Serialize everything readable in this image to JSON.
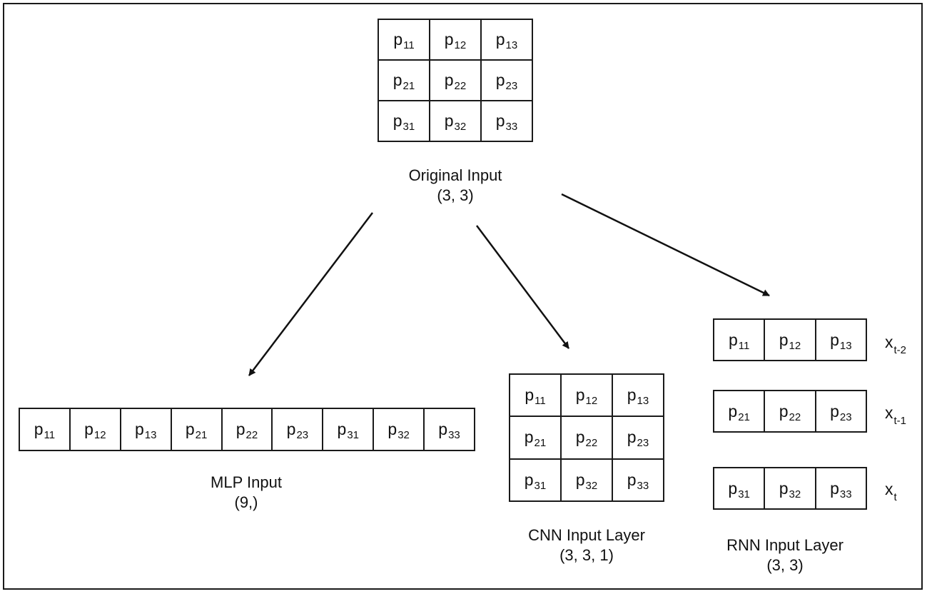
{
  "original": {
    "cells": [
      {
        "base": "p",
        "sub": "11"
      },
      {
        "base": "p",
        "sub": "12"
      },
      {
        "base": "p",
        "sub": "13"
      },
      {
        "base": "p",
        "sub": "21"
      },
      {
        "base": "p",
        "sub": "22"
      },
      {
        "base": "p",
        "sub": "23"
      },
      {
        "base": "p",
        "sub": "31"
      },
      {
        "base": "p",
        "sub": "32"
      },
      {
        "base": "p",
        "sub": "33"
      }
    ],
    "title": "Original Input",
    "shape": "(3, 3)"
  },
  "mlp": {
    "cells": [
      {
        "base": "p",
        "sub": "11"
      },
      {
        "base": "p",
        "sub": "12"
      },
      {
        "base": "p",
        "sub": "13"
      },
      {
        "base": "p",
        "sub": "21"
      },
      {
        "base": "p",
        "sub": "22"
      },
      {
        "base": "p",
        "sub": "23"
      },
      {
        "base": "p",
        "sub": "31"
      },
      {
        "base": "p",
        "sub": "32"
      },
      {
        "base": "p",
        "sub": "33"
      }
    ],
    "title": "MLP Input",
    "shape": "(9,)"
  },
  "cnn": {
    "cells": [
      {
        "base": "p",
        "sub": "11"
      },
      {
        "base": "p",
        "sub": "12"
      },
      {
        "base": "p",
        "sub": "13"
      },
      {
        "base": "p",
        "sub": "21"
      },
      {
        "base": "p",
        "sub": "22"
      },
      {
        "base": "p",
        "sub": "23"
      },
      {
        "base": "p",
        "sub": "31"
      },
      {
        "base": "p",
        "sub": "32"
      },
      {
        "base": "p",
        "sub": "33"
      }
    ],
    "title": "CNN Input Layer",
    "shape": "(3, 3, 1)"
  },
  "rnn": {
    "rows": [
      {
        "cells": [
          {
            "base": "p",
            "sub": "11"
          },
          {
            "base": "p",
            "sub": "12"
          },
          {
            "base": "p",
            "sub": "13"
          }
        ],
        "step": {
          "base": "x",
          "sub": "t-2"
        }
      },
      {
        "cells": [
          {
            "base": "p",
            "sub": "21"
          },
          {
            "base": "p",
            "sub": "22"
          },
          {
            "base": "p",
            "sub": "23"
          }
        ],
        "step": {
          "base": "x",
          "sub": "t-1"
        }
      },
      {
        "cells": [
          {
            "base": "p",
            "sub": "31"
          },
          {
            "base": "p",
            "sub": "32"
          },
          {
            "base": "p",
            "sub": "33"
          }
        ],
        "step": {
          "base": "x",
          "sub": "t"
        }
      }
    ],
    "title": "RNN Input Layer",
    "shape": "(3, 3)"
  }
}
